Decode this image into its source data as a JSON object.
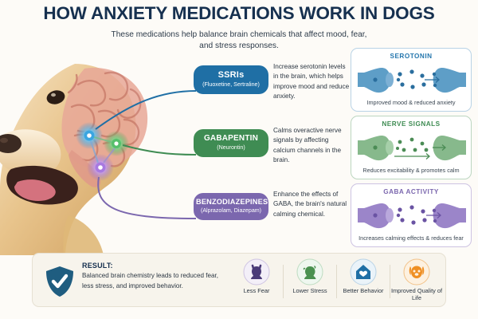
{
  "header": {
    "title": "HOW ANXIETY MEDICATIONS WORK IN DOGS",
    "subtitle": "These medications help balance brain chemicals that affect mood, fear, and stress responses."
  },
  "colors": {
    "title": "#16304f",
    "ssri": "#1f6fa5",
    "gabapentin": "#3f8c53",
    "benzodiazepine": "#7b67ae",
    "background": "#fdfbf7",
    "result_panel": "#f7f4ec",
    "shield": "#1f5d80"
  },
  "medications": [
    {
      "name": "SSRIs",
      "examples": "(Fluoxetine, Sertraline)",
      "description": "Increase serotonin levels in the brain, which helps improve mood and reduce anxiety.",
      "color": "#1f6fa5"
    },
    {
      "name": "GABAPENTIN",
      "examples": "(Neurontin)",
      "description": "Calms overactive nerve signals by affecting calcium channels in the brain.",
      "color": "#3f8c53"
    },
    {
      "name": "BENZODIAZEPINES",
      "examples": "(Alprazolam, Diazepam)",
      "description": "Enhance the effects of GABA, the brain's natural calming chemical.",
      "color": "#7b67ae"
    }
  ],
  "panels": [
    {
      "title": "SEROTONIN",
      "caption": "Improved mood & reduced anxiety",
      "color": "#2476ad"
    },
    {
      "title": "NERVE SIGNALS",
      "caption": "Reduces excitability & promotes calm",
      "color": "#3f8c53"
    },
    {
      "title": "GABA ACTIVITY",
      "caption": "Increases calming effects & reduces fear",
      "color": "#7b67ae"
    }
  ],
  "result": {
    "label": "RESULT:",
    "body": "Balanced brain chemistry leads to reduced fear, less stress, and improved behavior."
  },
  "outcomes": [
    {
      "label": "Less Fear",
      "icon": "sitting-dog-icon",
      "color": "#4a3b78"
    },
    {
      "label": "Lower Stress",
      "icon": "sitting-dog-icon",
      "color": "#4a9150"
    },
    {
      "label": "Better Behavior",
      "icon": "house-heart-icon",
      "color": "#1f6fa5"
    },
    {
      "label": "Improved Quality of Life",
      "icon": "dog-face-icon",
      "color": "#ef8f23"
    }
  ]
}
